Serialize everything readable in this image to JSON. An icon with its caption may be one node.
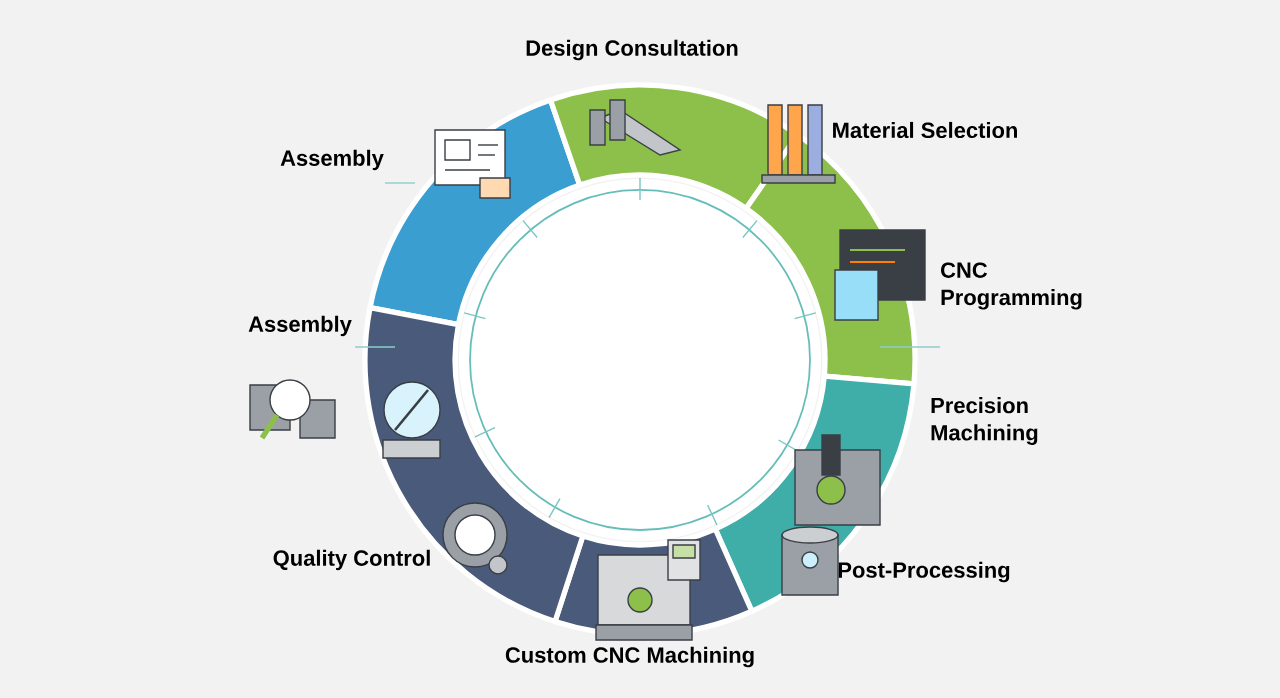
{
  "diagram": {
    "labels": [
      "Design Consultation",
      "Material Selection",
      "Assembly",
      "CNC Programming",
      "Assembly",
      "Precision Machining",
      "Quality Control",
      "Post-Processing",
      "Custom CNC Machining"
    ]
  }
}
